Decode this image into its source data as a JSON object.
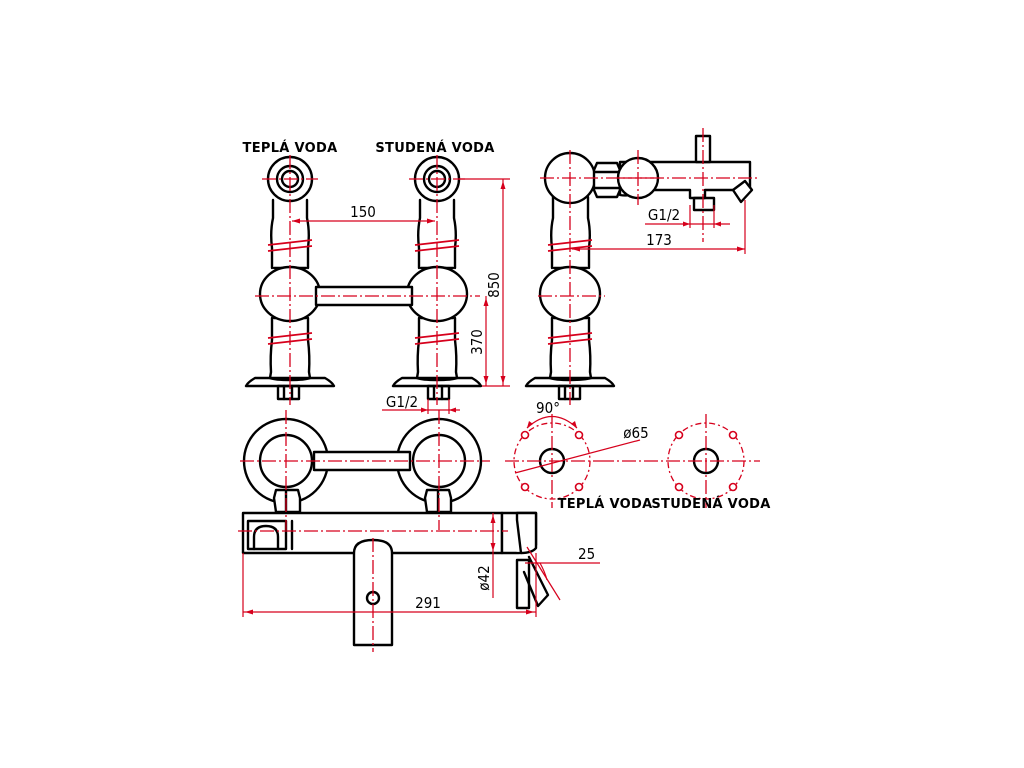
{
  "labels": {
    "hot_water": "TEPLÁ VODA",
    "cold_water": "STUDENÁ VODA",
    "hot_water_plan": "TEPLÁ VODA",
    "cold_water_plan": "STUDENÁ VODA"
  },
  "dimensions": {
    "center_distance": "150",
    "total_height": "850",
    "lower_height": "370",
    "thread_front": "G1/2",
    "thread_side": "G1/2",
    "spout_reach_side": "173",
    "angle": "90°",
    "flange_diameter": "ø65",
    "body_diameter": "ø42",
    "spout_offset": "25",
    "body_length": "291"
  },
  "colors": {
    "outline": "#000000",
    "centerline": "#d6001c"
  }
}
